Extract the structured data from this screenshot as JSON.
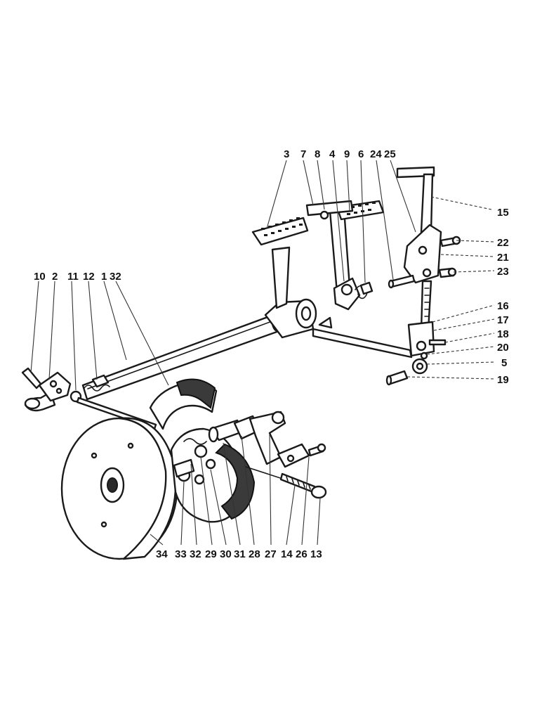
{
  "labels": {
    "l10": "10",
    "l2": "2",
    "l11": "11",
    "l12": "12",
    "l1": "1",
    "l32a": "32",
    "l3": "3",
    "l7": "7",
    "l8": "8",
    "l4": "4",
    "l9": "9",
    "l6": "6",
    "l24": "24",
    "l25": "25",
    "l15": "15",
    "l22": "22",
    "l21": "21",
    "l23": "23",
    "l16": "16",
    "l17": "17",
    "l18": "18",
    "l20": "20",
    "l5": "5",
    "l19": "19",
    "l34": "34",
    "l33": "33",
    "l32b": "32",
    "l29": "29",
    "l30": "30",
    "l31": "31",
    "l28": "28",
    "l27": "27",
    "l14": "14",
    "l26": "26",
    "l13": "13"
  }
}
